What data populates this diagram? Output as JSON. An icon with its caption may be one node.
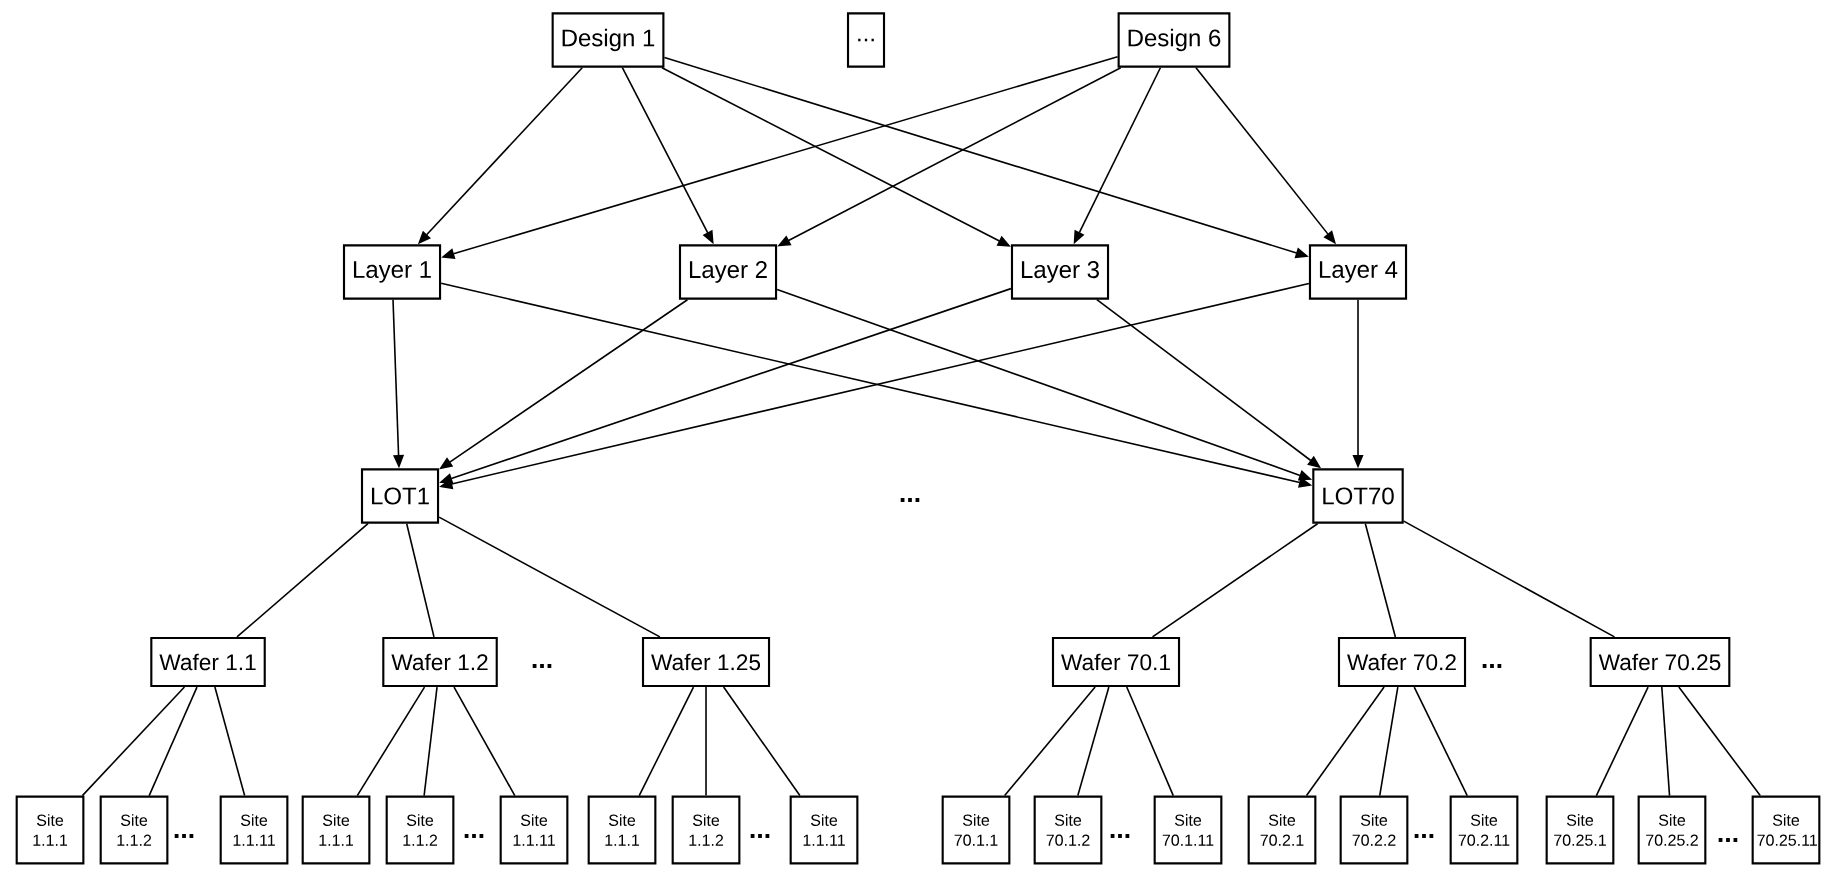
{
  "diagram": {
    "nodes": [
      {
        "text": [
          "Design 1"
        ]
      },
      {
        "text": [
          "..."
        ]
      },
      {
        "text": [
          "Design 6"
        ]
      },
      {
        "text": [
          "Layer 1"
        ]
      },
      {
        "text": [
          "Layer 2"
        ]
      },
      {
        "text": [
          "Layer 3"
        ]
      },
      {
        "text": [
          "Layer 4"
        ]
      },
      {
        "text": [
          "LOT1"
        ]
      },
      {
        "text": [
          "LOT70"
        ]
      },
      {
        "text": [
          "Wafer 1.1"
        ]
      },
      {
        "text": [
          "Wafer 1.2"
        ]
      },
      {
        "text": [
          "Wafer 1.25"
        ]
      },
      {
        "text": [
          "Wafer 70.1"
        ]
      },
      {
        "text": [
          "Wafer 70.2"
        ]
      },
      {
        "text": [
          "Wafer 70.25"
        ]
      },
      {
        "text": [
          "Site 1.1.1"
        ]
      },
      {
        "text": [
          "Site 1.1.2"
        ]
      },
      {
        "text": [
          "Site 1.1.11"
        ]
      },
      {
        "text": [
          "Site 1.1.1"
        ]
      },
      {
        "text": [
          "Site 1.1.2"
        ]
      },
      {
        "text": [
          "Site 1.1.11"
        ]
      },
      {
        "text": [
          "Site 1.1.1"
        ]
      },
      {
        "text": [
          "Site 1.1.2"
        ]
      },
      {
        "text": [
          "Site 1.1.11"
        ]
      },
      {
        "text": [
          "Site 70.1.1"
        ]
      },
      {
        "text": [
          "Site 70.1.2"
        ]
      },
      {
        "text": [
          "Site 70.1.11"
        ]
      },
      {
        "text": [
          "Site 70.2.1"
        ]
      },
      {
        "text": [
          "Site 70.2.2"
        ]
      },
      {
        "text": [
          "Site 70.2.11"
        ]
      },
      {
        "text": [
          "Site 70.25.1"
        ]
      },
      {
        "text": [
          "Site 70.25.2"
        ]
      },
      {
        "text": [
          "Site 70.25.11"
        ]
      }
    ],
    "edges": [
      {
        "from": 0,
        "to": 3,
        "arrow": "to"
      },
      {
        "from": 0,
        "to": 4,
        "arrow": "to"
      },
      {
        "from": 0,
        "to": 5,
        "arrow": "to"
      },
      {
        "from": 0,
        "to": 6,
        "arrow": "to"
      },
      {
        "from": 2,
        "to": 3,
        "arrow": "to"
      },
      {
        "from": 2,
        "to": 4,
        "arrow": "to"
      },
      {
        "from": 2,
        "to": 5,
        "arrow": "to"
      },
      {
        "from": 2,
        "to": 6,
        "arrow": "to"
      },
      {
        "from": 3,
        "to": 7,
        "arrow": "to"
      },
      {
        "from": 3,
        "to": 8,
        "arrow": "to"
      },
      {
        "from": 4,
        "to": 7,
        "arrow": "to"
      },
      {
        "from": 4,
        "to": 8,
        "arrow": "to"
      },
      {
        "from": 5,
        "to": 7,
        "arrow": "to"
      },
      {
        "from": 5,
        "to": 8,
        "arrow": "to"
      },
      {
        "from": 6,
        "to": 7,
        "arrow": "to"
      },
      {
        "from": 6,
        "to": 8,
        "arrow": "to"
      },
      {
        "from": 7,
        "to": 9,
        "arrow": "none"
      },
      {
        "from": 7,
        "to": 10,
        "arrow": "none"
      },
      {
        "from": 7,
        "to": 11,
        "arrow": "none"
      },
      {
        "from": 8,
        "to": 12,
        "arrow": "none"
      },
      {
        "from": 8,
        "to": 13,
        "arrow": "none"
      },
      {
        "from": 8,
        "to": 14,
        "arrow": "none"
      },
      {
        "from": 9,
        "to": 15,
        "arrow": "none"
      },
      {
        "from": 9,
        "to": 16,
        "arrow": "none"
      },
      {
        "from": 9,
        "to": 17,
        "arrow": "none"
      },
      {
        "from": 10,
        "to": 18,
        "arrow": "none"
      },
      {
        "from": 10,
        "to": 19,
        "arrow": "none"
      },
      {
        "from": 10,
        "to": 20,
        "arrow": "none"
      },
      {
        "from": 11,
        "to": 21,
        "arrow": "none"
      },
      {
        "from": 11,
        "to": 22,
        "arrow": "none"
      },
      {
        "from": 11,
        "to": 23,
        "arrow": "none"
      },
      {
        "from": 12,
        "to": 24,
        "arrow": "none"
      },
      {
        "from": 12,
        "to": 25,
        "arrow": "none"
      },
      {
        "from": 12,
        "to": 26,
        "arrow": "none"
      },
      {
        "from": 13,
        "to": 27,
        "arrow": "none"
      },
      {
        "from": 13,
        "to": 28,
        "arrow": "none"
      },
      {
        "from": 13,
        "to": 29,
        "arrow": "none"
      },
      {
        "from": 14,
        "to": 30,
        "arrow": "none"
      },
      {
        "from": 14,
        "to": 31,
        "arrow": "none"
      },
      {
        "from": 14,
        "to": 32,
        "arrow": "none"
      }
    ],
    "labels": [
      "...",
      "...",
      "...",
      "...",
      "...",
      "...",
      "...",
      "...",
      "..."
    ]
  }
}
